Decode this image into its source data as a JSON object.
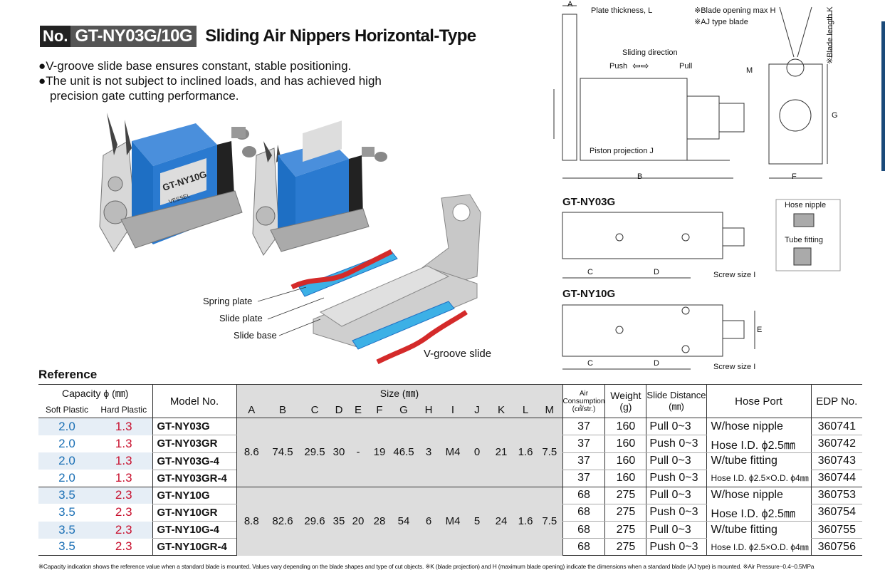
{
  "header": {
    "no_label": "No.",
    "model": "GT-NY03G/10G",
    "name": "Sliding Air Nippers Horizontal-Type"
  },
  "features": [
    "●V-groove slide base ensures constant, stable positioning.",
    "●The unit is not subject to inclined loads, and has achieved high",
    "precision gate cutting performance."
  ],
  "photo_labels": {
    "spring_plate": "Spring plate",
    "slide_plate": "Slide plate",
    "slide_base": "Slide base",
    "vgroove": "V-groove slide",
    "product_text_1": "GT-NY10G",
    "product_text_2": "VESSEL"
  },
  "drawing_labels": {
    "a": "A",
    "plate_thickness": "Plate thickness, L",
    "blade_open": "※Blade opening max H",
    "aj_blade": "※AJ type blade",
    "blade_length": "※Blade length K",
    "sliding_dir": "Sliding direction",
    "push": "Push",
    "pull": "Pull",
    "m": "M",
    "g": "G",
    "piston_proj": "Piston projection J",
    "b": "B",
    "f": "F",
    "ny03g_title": "GT-NY03G",
    "ny10g_title": "GT-NY10G",
    "c": "C",
    "d": "D",
    "e": "E",
    "screw_size": "Screw size I",
    "hose_nipple": "Hose nipple",
    "tube_fitting": "Tube fitting"
  },
  "reference_label": "Reference",
  "table": {
    "capacity_label": "Capacity ϕ (㎜)",
    "soft_plastic": "Soft Plastic",
    "hard_plastic": "Hard Plastic",
    "model_no": "Model No.",
    "size_label": "Size (㎜)",
    "size_cols": [
      "A",
      "B",
      "C",
      "D",
      "E",
      "F",
      "G",
      "H",
      "I",
      "J",
      "K",
      "L",
      "M"
    ],
    "air_label_1": "Air",
    "air_label_2": "Consumption",
    "air_label_3": "(㎤/str.)",
    "weight_1": "Weight",
    "weight_2": "(g)",
    "slide_1": "Slide Distance",
    "slide_2": "(㎜)",
    "hose_port": "Hose Port",
    "edp": "EDP No.",
    "sizes_03": [
      "8.6",
      "74.5",
      "29.5",
      "30",
      "-",
      "19",
      "46.5",
      "3",
      "M4",
      "0",
      "21",
      "1.6",
      "7.5"
    ],
    "sizes_10": [
      "8.8",
      "82.6",
      "29.6",
      "35",
      "20",
      "28",
      "54",
      "6",
      "M4",
      "5",
      "24",
      "1.6",
      "7.5"
    ],
    "rows": [
      {
        "soft": "2.0",
        "hard": "1.3",
        "model": "GT-NY03G",
        "air": "37",
        "weight": "160",
        "slide": "Pull 0~3",
        "hose": "W/hose nipple",
        "edp": "360741"
      },
      {
        "soft": "2.0",
        "hard": "1.3",
        "model": "GT-NY03GR",
        "air": "37",
        "weight": "160",
        "slide": "Push 0~3",
        "hose": "Hose I.D. ϕ2.5㎜",
        "edp": "360742"
      },
      {
        "soft": "2.0",
        "hard": "1.3",
        "model": "GT-NY03G-4",
        "air": "37",
        "weight": "160",
        "slide": "Pull 0~3",
        "hose": "W/tube fitting",
        "edp": "360743"
      },
      {
        "soft": "2.0",
        "hard": "1.3",
        "model": "GT-NY03GR-4",
        "air": "37",
        "weight": "160",
        "slide": "Push 0~3",
        "hose": "Hose I.D. ϕ2.5×O.D. ϕ4㎜",
        "edp": "360744"
      },
      {
        "soft": "3.5",
        "hard": "2.3",
        "model": "GT-NY10G",
        "air": "68",
        "weight": "275",
        "slide": "Pull 0~3",
        "hose": "W/hose nipple",
        "edp": "360753"
      },
      {
        "soft": "3.5",
        "hard": "2.3",
        "model": "GT-NY10GR",
        "air": "68",
        "weight": "275",
        "slide": "Push 0~3",
        "hose": "Hose I.D. ϕ2.5㎜",
        "edp": "360754"
      },
      {
        "soft": "3.5",
        "hard": "2.3",
        "model": "GT-NY10G-4",
        "air": "68",
        "weight": "275",
        "slide": "Pull 0~3",
        "hose": "W/tube fitting",
        "edp": "360755"
      },
      {
        "soft": "3.5",
        "hard": "2.3",
        "model": "GT-NY10GR-4",
        "air": "68",
        "weight": "275",
        "slide": "Push 0~3",
        "hose": "Hose I.D. ϕ2.5×O.D. ϕ4㎜",
        "edp": "360756"
      }
    ]
  },
  "footnote": "※Capacity indication shows the reference value when a standard blade is mounted. Values vary depending on the blade shapes and type of cut objects.  ※K (blade projection) and H (maximum blade opening) indicate the dimensions when a standard blade (AJ type) is mounted.  ※Air Pressure~0.4~0.5MPa",
  "colors": {
    "accent_blue": "#1a6fb5",
    "accent_red": "#c8102e",
    "product_blue": "#1e6fc4"
  }
}
